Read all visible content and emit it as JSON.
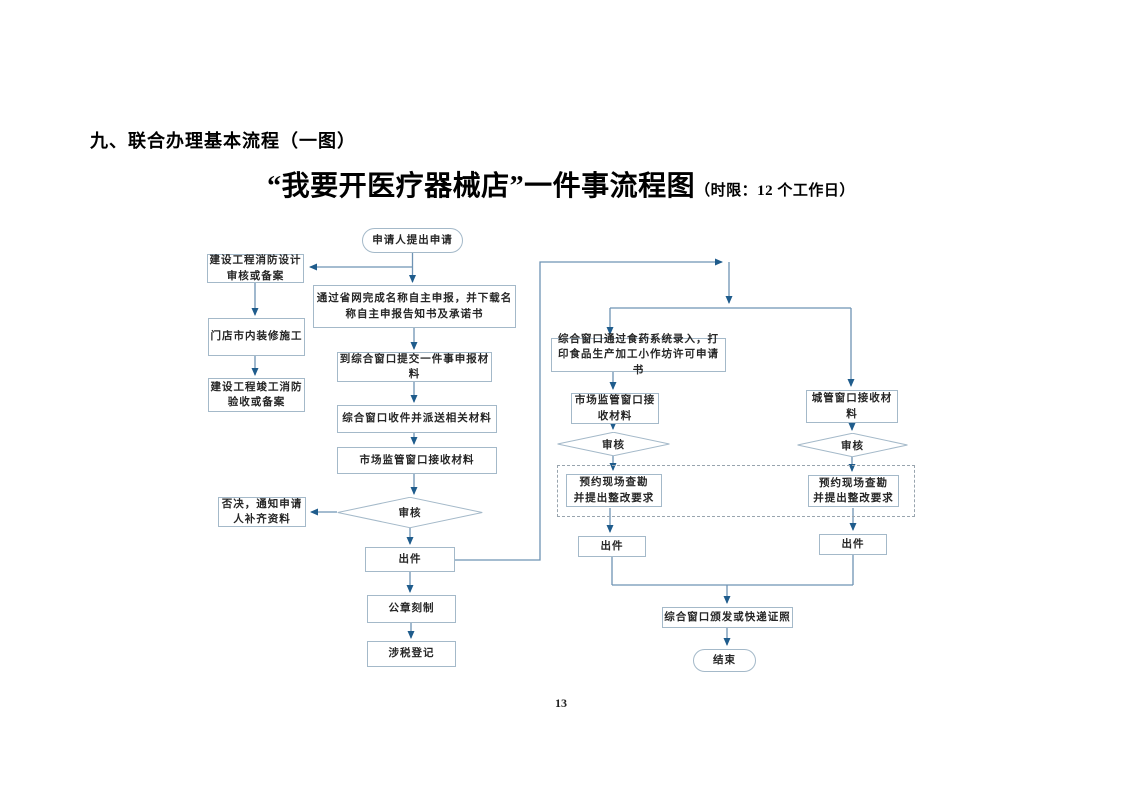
{
  "page": {
    "heading": "九、联合办理基本流程（一图）",
    "title_main": "“我要开医疗器械店”一件事流程图",
    "title_suffix": "（时限：12 个工作日）",
    "page_number": "13"
  },
  "colors": {
    "box_border": "#a4b9c9",
    "connector_line": "#6e93b4",
    "arrow_head": "#1f5c8c",
    "dashed_border": "#98a4ae",
    "text": "#262626"
  },
  "flowchart": {
    "type": "flowchart",
    "nodes": {
      "start": {
        "shape": "rounded",
        "label": "申请人提出申请"
      },
      "fire_design": {
        "shape": "rect",
        "label": "建设工程消防设计\n审核或备案"
      },
      "decoration": {
        "shape": "rect",
        "label": "门店市内装修施工"
      },
      "fire_acceptance": {
        "shape": "rect",
        "label": "建设工程竣工消防\n验收或备案"
      },
      "name_declare": {
        "shape": "rect",
        "label": "通过省网完成名称自主申报，并下载名\n称自主申报告知书及承诺书"
      },
      "submit_window": {
        "shape": "rect",
        "label": "到综合窗口提交一件事申报材\n料"
      },
      "dispatch": {
        "shape": "rect",
        "label": "综合窗口收件并派送相关材料"
      },
      "market_receive": {
        "shape": "rect",
        "label": "市场监管窗口接收材料"
      },
      "review_main": {
        "shape": "diamond",
        "label": "审核"
      },
      "reject": {
        "shape": "rect",
        "label": "否决，通知申请\n人补齐资料"
      },
      "issue_main": {
        "shape": "rect",
        "label": "出件"
      },
      "seal_carving": {
        "shape": "rect",
        "label": "公章刻制"
      },
      "tax_register": {
        "shape": "rect",
        "label": "涉税登记"
      },
      "food_entry": {
        "shape": "rect",
        "label": "综合窗口通过食药系统录入，打\n印食品生产加工小作坊许可申请书"
      },
      "market_receive2": {
        "shape": "rect",
        "label": "市场监管窗口接\n收材料"
      },
      "urban_receive": {
        "shape": "rect",
        "label": "城管窗口接收材\n料"
      },
      "review_left": {
        "shape": "diamond",
        "label": "审核"
      },
      "review_right": {
        "shape": "diamond",
        "label": "审核"
      },
      "site_survey_left": {
        "shape": "rect",
        "label": "预约现场查勘\n并提出整改要求"
      },
      "site_survey_right": {
        "shape": "rect",
        "label": "预约现场查勘\n并提出整改要求"
      },
      "issue_left": {
        "shape": "rect",
        "label": "出件"
      },
      "issue_right": {
        "shape": "rect",
        "label": "出件"
      },
      "deliver": {
        "shape": "rect",
        "label": "综合窗口颁发或快递证照"
      },
      "end": {
        "shape": "rounded",
        "label": "结束"
      }
    },
    "edges": [
      "start→name_declare",
      "start→fire_design",
      "fire_design→decoration",
      "decoration→fire_acceptance",
      "name_declare→submit_window",
      "submit_window→dispatch",
      "dispatch→market_receive",
      "market_receive→review_main",
      "review_main→reject",
      "review_main→issue_main",
      "issue_main→seal_carving",
      "seal_carving→tax_register",
      "issue_main→food_entry",
      "issue_main→urban_receive",
      "food_entry→market_receive2",
      "market_receive2→review_left",
      "review_left→site_survey_left",
      "site_survey_left→issue_left",
      "urban_receive→review_right",
      "review_right→site_survey_right",
      "site_survey_right→issue_right",
      "issue_left→deliver",
      "issue_right→deliver",
      "deliver→end"
    ]
  }
}
